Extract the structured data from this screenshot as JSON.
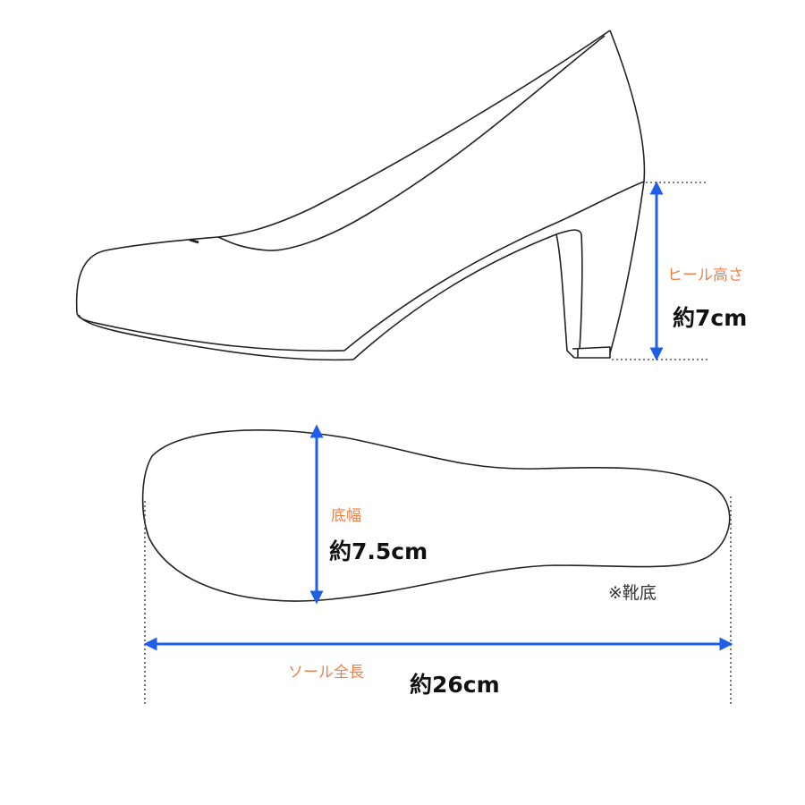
{
  "diagram": {
    "title": "Pump shoe size diagram",
    "colors": {
      "outline": "#222222",
      "arrow": "#1f5fe8",
      "label_orange": "#f0804a",
      "value_black": "#111111",
      "dotted": "#555555"
    },
    "heel_height": {
      "label": "ヒール高さ",
      "value": "約7cm"
    },
    "sole_width": {
      "label": "底幅",
      "value": "約7.5cm"
    },
    "sole_length": {
      "label": "ソール全長",
      "value": "約26cm"
    },
    "note": "※靴底"
  }
}
